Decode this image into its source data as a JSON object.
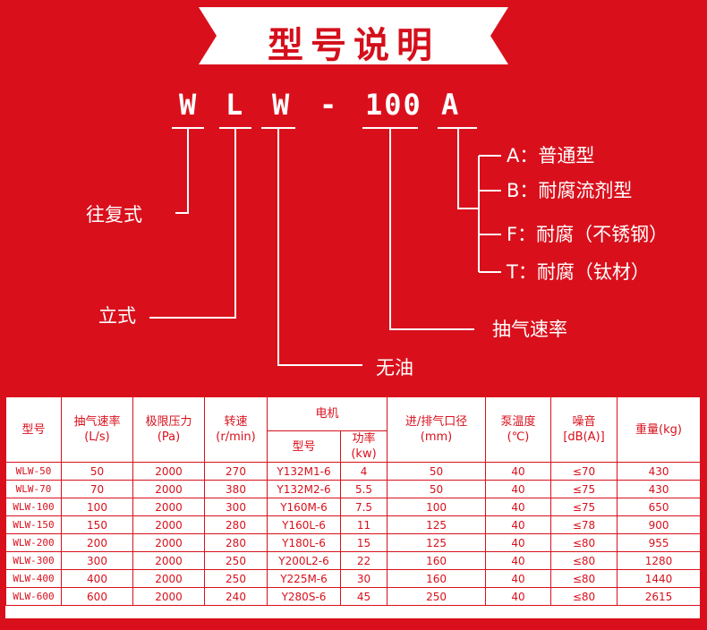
{
  "banner": {
    "title": "型号说明"
  },
  "code": {
    "letters": [
      "W",
      "L",
      "W",
      "-",
      "100",
      "A"
    ]
  },
  "labels": {
    "reciprocating": "往复式",
    "vertical": "立式",
    "oil_free": "无油",
    "pumping_speed": "抽气速率",
    "options": [
      "A：普通型",
      "B：耐腐流剂型",
      "F：耐腐（不锈钢）",
      "T：耐腐（钛材）"
    ]
  },
  "table": {
    "headers": {
      "model": "型号",
      "speed": "抽气速率",
      "speed_unit": "(L/s)",
      "pressure": "极限压力",
      "pressure_unit": "(Pa)",
      "rpm": "转速",
      "rpm_unit": "(r/min)",
      "motor": "电机",
      "motor_model": "型号",
      "motor_power": "功率",
      "motor_power_unit": "(kw)",
      "port": "进/排气口径",
      "port_unit": "(mm)",
      "temp": "泵温度",
      "temp_unit": "(℃)",
      "noise": "噪音",
      "noise_unit": "[dB(A)]",
      "weight": "重量(kg)"
    },
    "rows": [
      [
        "WLW-50",
        "50",
        "2000",
        "270",
        "Y132M1-6",
        "4",
        "50",
        "40",
        "≤70",
        "430"
      ],
      [
        "WLW-70",
        "70",
        "2000",
        "380",
        "Y132M2-6",
        "5.5",
        "50",
        "40",
        "≤75",
        "430"
      ],
      [
        "WLW-100",
        "100",
        "2000",
        "300",
        "Y160M-6",
        "7.5",
        "100",
        "40",
        "≤75",
        "650"
      ],
      [
        "WLW-150",
        "150",
        "2000",
        "280",
        "Y160L-6",
        "11",
        "125",
        "40",
        "≤78",
        "900"
      ],
      [
        "WLW-200",
        "200",
        "2000",
        "280",
        "Y180L-6",
        "15",
        "125",
        "40",
        "≤80",
        "955"
      ],
      [
        "WLW-300",
        "300",
        "2000",
        "250",
        "Y200L2-6",
        "22",
        "160",
        "40",
        "≤80",
        "1280"
      ],
      [
        "WLW-400",
        "400",
        "2000",
        "250",
        "Y225M-6",
        "30",
        "160",
        "40",
        "≤80",
        "1440"
      ],
      [
        "WLW-600",
        "600",
        "2000",
        "240",
        "Y280S-6",
        "45",
        "250",
        "40",
        "≤80",
        "2615"
      ]
    ]
  }
}
